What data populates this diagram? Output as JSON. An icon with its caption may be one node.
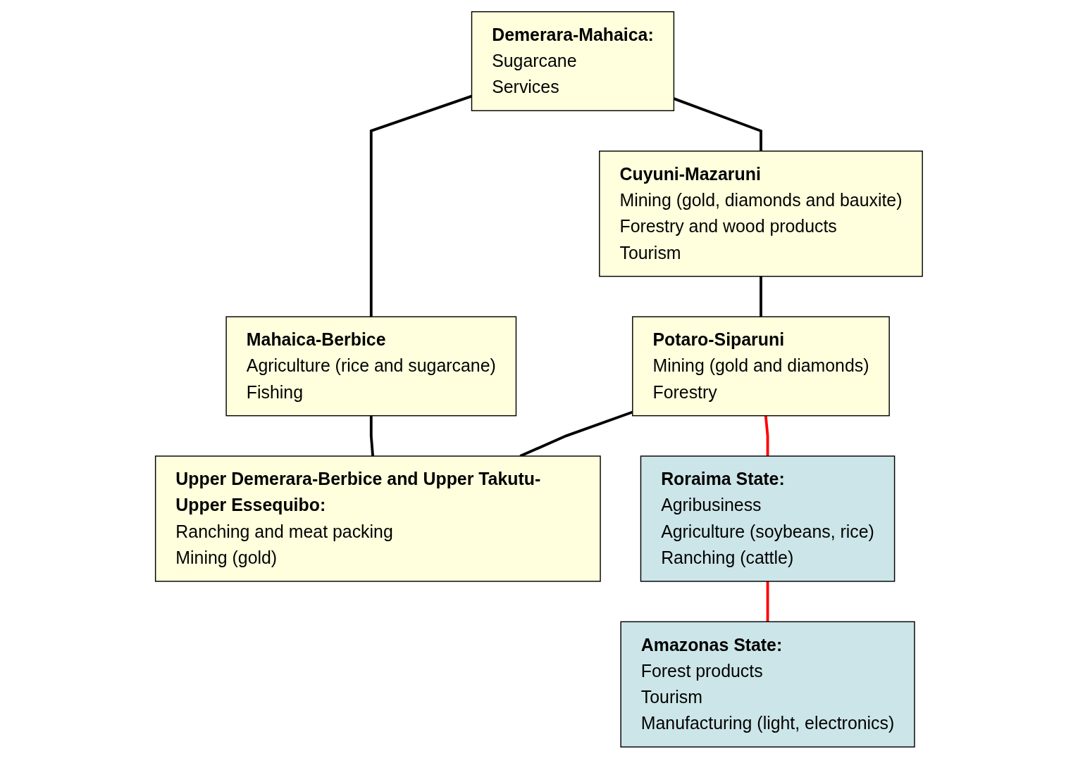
{
  "diagram": {
    "nodes": [
      {
        "text": [
          "Demerara-Mahaica:",
          "Sugarcane",
          "Services"
        ]
      },
      {
        "text": [
          "Cuyuni-Mazaruni",
          "Mining (gold, diamonds and bauxite)",
          "Forestry and wood products",
          "Tourism"
        ]
      },
      {
        "text": [
          "Mahaica-Berbice",
          "Agriculture (rice and sugarcane)",
          "Fishing"
        ]
      },
      {
        "text": [
          "Potaro-Siparuni",
          "Mining (gold and diamonds)",
          "Forestry"
        ]
      },
      {
        "text": [
          "Upper Demerara-Berbice and Upper Takutu-Upper Essequibo:",
          "Ranching and meat packing",
          "Mining (gold)"
        ]
      },
      {
        "text": [
          "Roraima State:",
          "Agribusiness",
          "Agriculture (soybeans, rice)",
          "Ranching (cattle)"
        ]
      },
      {
        "text": [
          "Amazonas State:",
          "Forest products",
          "Tourism",
          "Manufacturing (light, electronics)"
        ]
      }
    ],
    "edges": [
      {
        "from": 0,
        "to": 1,
        "arrow": "none"
      },
      {
        "from": 0,
        "to": 2,
        "arrow": "none"
      },
      {
        "from": 1,
        "to": 3,
        "arrow": "none"
      },
      {
        "from": 2,
        "to": 4,
        "arrow": "none"
      },
      {
        "from": 3,
        "to": 4,
        "arrow": "none"
      },
      {
        "from": 3,
        "to": 5,
        "arrow": "none",
        "color": "#ff0000"
      },
      {
        "from": 5,
        "to": 6,
        "arrow": "none",
        "color": "#ff0000"
      }
    ]
  }
}
